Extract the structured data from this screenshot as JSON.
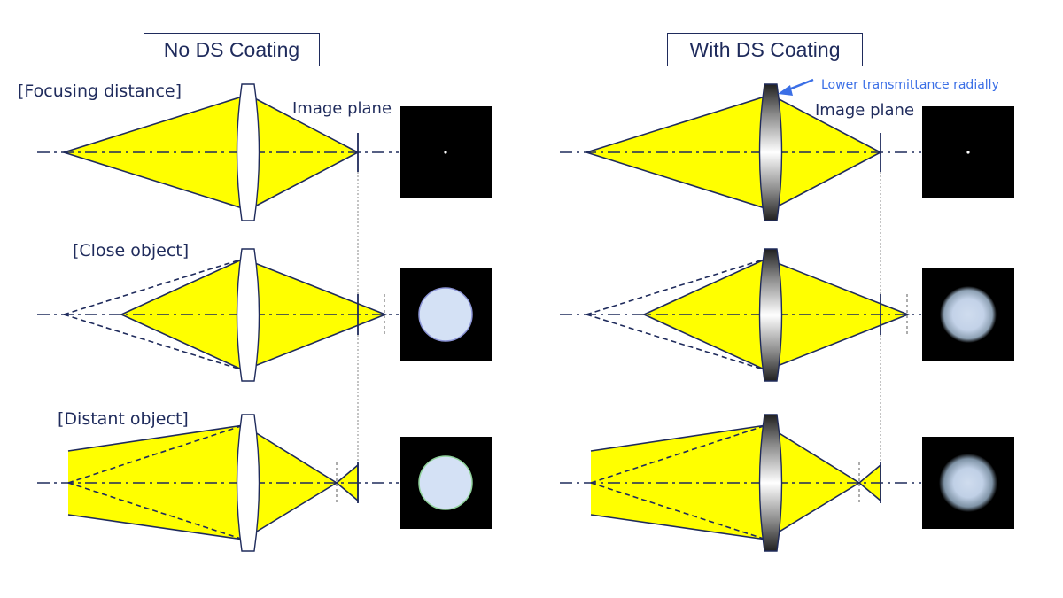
{
  "titles": {
    "left": "No DS Coating",
    "right": "With DS Coating"
  },
  "labels": {
    "focusing": "[Focusing distance]",
    "close": "[Close object]",
    "distant": "[Distant object]",
    "image_plane": "Image plane",
    "annotation": "Lower transmittance radially"
  },
  "colors": {
    "beam_fill": "#ffff00",
    "line": "#1f2b5c",
    "annotation": "#3b6fe6",
    "spot_sharp_fill": "#d4e1f5",
    "spot_sharp_edge": "#8fd19a",
    "spot_soft": "#c9d7ea"
  }
}
